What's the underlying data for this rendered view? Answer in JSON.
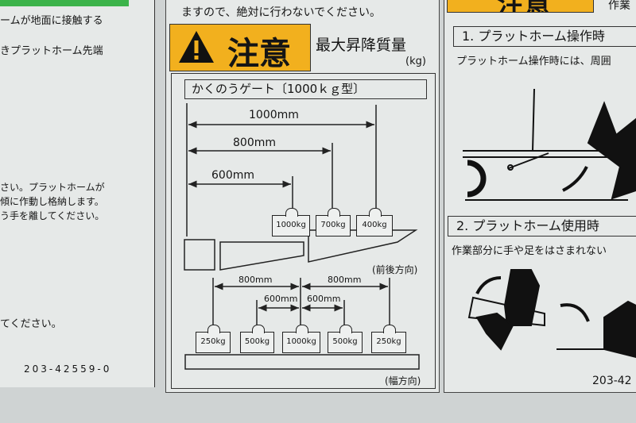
{
  "left_label": {
    "line1": "ームが地面に接触する",
    "line2": "きプラットホーム先端",
    "para": [
      "さい。プラットホームが",
      "傾に作動し格納します。",
      "う手を離してください。"
    ],
    "line_bottom": "てください。",
    "part_number": "203-42559-0"
  },
  "center_label": {
    "top_text": "ますので、絶対に行わないでください。",
    "caution": "注意",
    "max_load_title": "最大昇降質量",
    "unit": "(kg)",
    "gate_title": "かくのうゲート〔1000ｋｇ型〕",
    "longitudinal": {
      "dims": [
        "1000mm",
        "800mm",
        "600mm"
      ],
      "loads": [
        "1000kg",
        "700kg",
        "400kg"
      ],
      "direction": "(前後方向)"
    },
    "lateral": {
      "dims_outer": [
        "800mm",
        "800mm"
      ],
      "dims_inner": [
        "600mm",
        "600mm"
      ],
      "loads": [
        "250kg",
        "500kg",
        "1000kg",
        "500kg",
        "250kg"
      ],
      "direction": "(幅方向)"
    }
  },
  "right_label": {
    "caution": "注意",
    "header_right": "作業",
    "section1_title": "1. プラットホーム操作時",
    "section1_text": "プラットホーム操作時には、周囲",
    "section2_title": "2. プラットホーム使用時",
    "section2_text": "作業部分に手や足をはさまれない",
    "part_number": "203-42"
  },
  "colors": {
    "caution_yellow": "#f2b01e",
    "green": "#3cb34a"
  }
}
